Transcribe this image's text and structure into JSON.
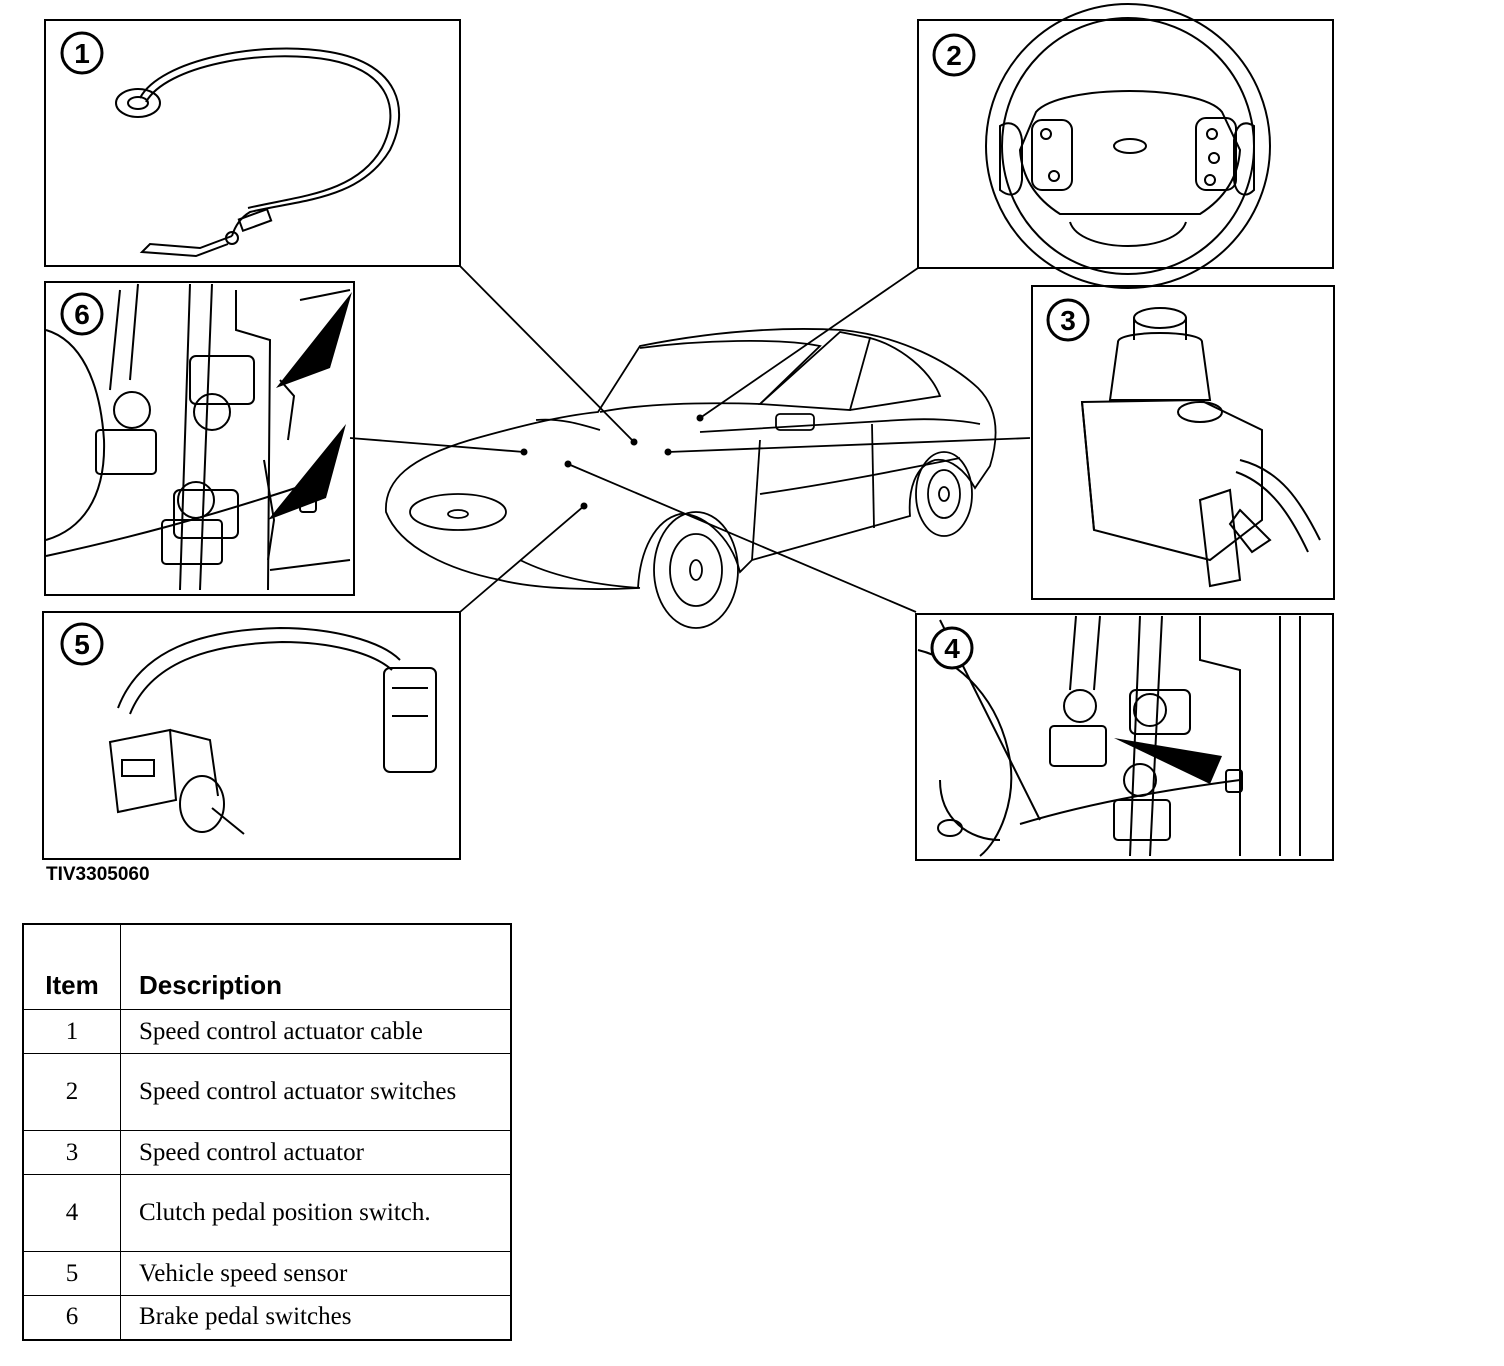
{
  "figure_id": "TIV3305060",
  "callouts": [
    "1",
    "2",
    "3",
    "4",
    "5",
    "6"
  ],
  "legend": {
    "header_item": "Item",
    "header_description": "Description",
    "rows": [
      {
        "item": "1",
        "description": "Speed control actuator cable"
      },
      {
        "item": "2",
        "description": "Speed control actuator switches"
      },
      {
        "item": "3",
        "description": "Speed control actuator"
      },
      {
        "item": "4",
        "description": "Clutch pedal position switch."
      },
      {
        "item": "5",
        "description": "Vehicle speed sensor"
      },
      {
        "item": "6",
        "description": "Brake pedal switches"
      }
    ]
  }
}
